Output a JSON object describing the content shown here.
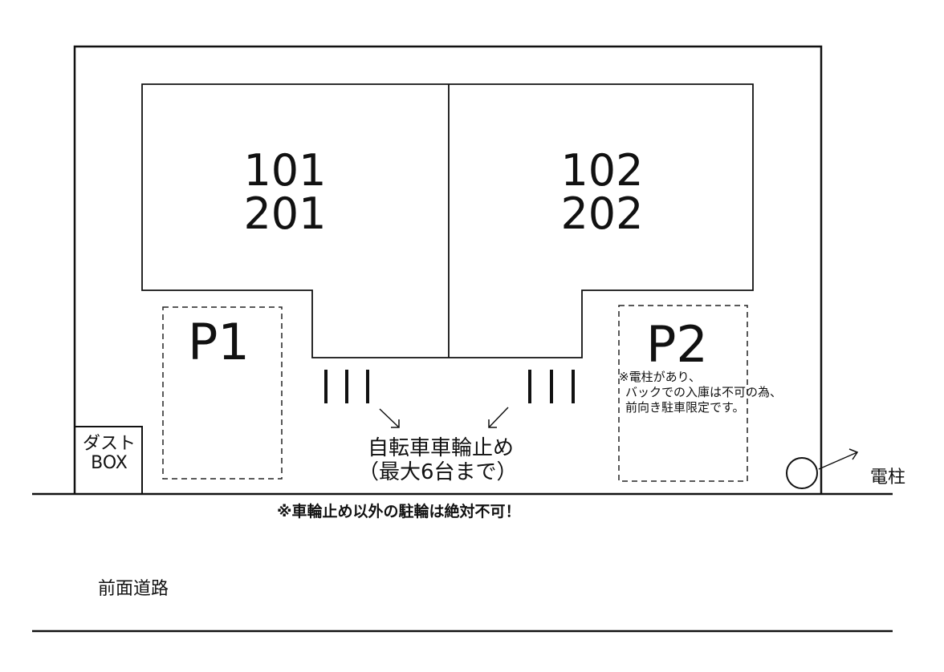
{
  "units": {
    "left": {
      "lower": "101",
      "upper": "201"
    },
    "right": {
      "lower": "102",
      "upper": "202"
    }
  },
  "parking": {
    "p1": "P1",
    "p2": "P2",
    "p2_note": [
      "※電柱があり、",
      "バックでの入庫は不可の為、",
      "前向き駐車限定です。"
    ]
  },
  "bicycle": {
    "line1": "自転車車輪止め",
    "line2": "（最大6台まで）"
  },
  "dust_box": {
    "line1": "ダスト",
    "line2": "BOX"
  },
  "utility_pole": "電柱",
  "warning": "※車輪止め以外の駐輪は絶対不可！",
  "front_road": "前面道路"
}
